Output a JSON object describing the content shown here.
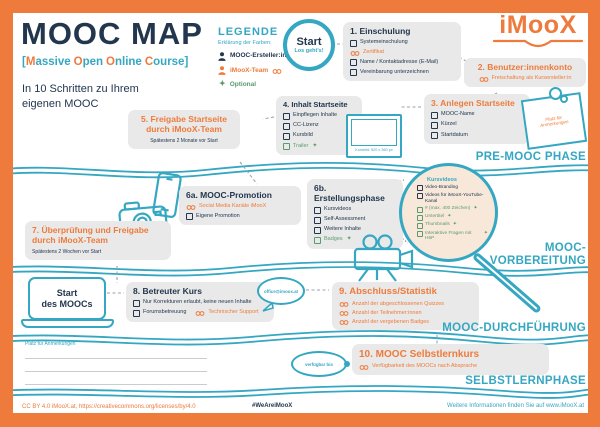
{
  "poster": {
    "title": "MOOC MAP",
    "subtitle": {
      "open_bracket": "[",
      "w1_first": "M",
      "w1_rest": "assive",
      "w2_first": "O",
      "w2_rest": "pen",
      "w3_first": "O",
      "w3_rest": "nline",
      "w4_first": "C",
      "w4_rest": "ourse",
      "close_bracket": "]"
    },
    "tagline_l1": "In 10 Schritten zu Ihrem",
    "tagline_l2": "eigenen MOOC"
  },
  "logo": {
    "text": "iMooX"
  },
  "legend": {
    "heading": "LEGENDE",
    "subheading": "Erklärung der Farben:",
    "creator": "MOOC-Ersteller:in",
    "team": "iMooX-Team",
    "optional": "Optional"
  },
  "start_badge": {
    "title": "Start",
    "subtitle": "Los geht's!"
  },
  "phases": {
    "pre_mooc": "PRE-MOOC PHASE",
    "vorbereitung_l1": "MOOC-",
    "vorbereitung_l2": "VORBEREITUNG",
    "durchfuehrung": "MOOC-DURCHFÜHRUNG",
    "selbstlern": "SELBSTLERNPHASE"
  },
  "steps": {
    "s1": {
      "title": "1. Einschulung",
      "items": [
        {
          "t": "Systemeinschulung"
        },
        {
          "t": "Zertifikat"
        },
        {
          "t": "Name / Kontaktadresse (E-Mail)"
        },
        {
          "t": "Vereinbarung unterzeichnen"
        }
      ]
    },
    "s2": {
      "title": "2. Benutzer:innenkonto",
      "items": [
        {
          "t": "Freischaltung als Kursersteller:in"
        }
      ]
    },
    "s3": {
      "title": "3. Anlegen Startseite",
      "items": [
        {
          "t": "MOOC-Name"
        },
        {
          "t": "Kürzel"
        },
        {
          "t": "Startdatum"
        }
      ]
    },
    "s4": {
      "title": "4. Inhalt Startseite",
      "items": [
        {
          "t": "Einpflegen Inhalte"
        },
        {
          "t": "CC-Lizenz"
        },
        {
          "t": "Kursbild"
        },
        {
          "t": "Trailer"
        }
      ]
    },
    "s5": {
      "title_l1": "5. Freigabe Startseite",
      "title_l2": "durch iMooX-Team",
      "note": "Spätestens 2 Monate vor Start"
    },
    "s6a": {
      "title": "6a. MOOC-Promotion",
      "items": [
        {
          "t": "Social Media Kanäle iMooX"
        },
        {
          "t": "Eigene Promotion"
        }
      ]
    },
    "s6b": {
      "title": "6b. Erstellungsphase",
      "items": [
        {
          "t": "Kursvideos"
        },
        {
          "t": "Self-Assessment"
        },
        {
          "t": "Weitere Inhalte"
        },
        {
          "t": "Badges"
        }
      ]
    },
    "s7": {
      "title_l1": "7. Überprüfung und Freigabe",
      "title_l2": "durch iMooX-Team",
      "note": "Spätestens 2 Wochen vor Start"
    },
    "s8": {
      "title": "8. Betreuter Kurs",
      "items": [
        {
          "t": "Nur Korrekturen erlaubt, keine neuen Inhalte"
        },
        {
          "t": "Forumsbetreuung"
        },
        {
          "t": "Technischer Support"
        }
      ]
    },
    "s9": {
      "title": "9. Abschluss/Statistik",
      "items": [
        {
          "t": "Anzahl der abgeschlossenen Quizzes"
        },
        {
          "t": "Anzahl der Teilnehmer:innen"
        },
        {
          "t": "Anzahl der vergebenen Badges"
        }
      ]
    },
    "s10": {
      "title": "10. MOOC Selbstlernkurs",
      "items": [
        {
          "t": "Verfügbarkeit des MOOCs nach Absprache"
        }
      ]
    }
  },
  "magnifier": {
    "heading": "Kursvideos",
    "items": [
      {
        "t": "Video-Branding"
      },
      {
        "t": "Videos für iMooX-YouTube-Kanal"
      },
      {
        "t": "# (max. 400 Zeichen)"
      },
      {
        "t": "Untertitel"
      },
      {
        "t": "Thumbnails"
      },
      {
        "t": "Interaktive Fragen mit H5P"
      }
    ]
  },
  "laptop": {
    "l1": "Start",
    "l2": "des MOOCs"
  },
  "bubbles": {
    "email": "office@imoox.at",
    "availability": "verfügbar bis"
  },
  "sticky_note": {
    "text": "Platz für Anmerkungen"
  },
  "notes_area": {
    "label": "Platz für Anmerkungen"
  },
  "kursbild_frame": {
    "caption": "Kursbild: 520 x 360 px"
  },
  "footer": {
    "license": "CC BY 4.0 iMooX.at, https://creativecommons.org/licenses/by/4.0",
    "hashtag": "#WeAreiMooX",
    "info": "Weitere Informationen finden Sie auf www.iMooX.at"
  },
  "icons": {
    "optional_glyph": "✦"
  },
  "colors": {
    "orange": "#ee7b3b",
    "teal": "#35a7c2",
    "navy": "#22374e",
    "green": "#5b9a6e",
    "boxgray": "#e9e9e9",
    "peach": "#f7e8da"
  }
}
